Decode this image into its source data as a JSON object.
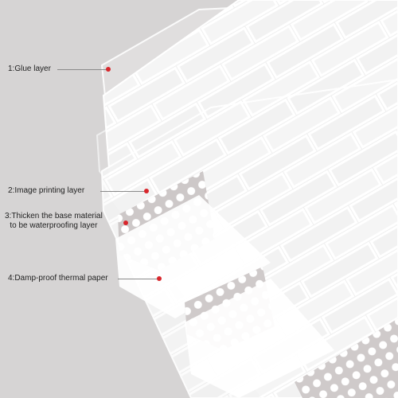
{
  "colors": {
    "background": "#d6d4d4",
    "tile": "#f4f4f4",
    "grout": "#ffffff",
    "marker": "#d8262c",
    "leader_line": "#8a8a8a"
  },
  "callouts": [
    {
      "lines": [
        "1:Glue layer"
      ]
    },
    {
      "lines": [
        "2:Image printing layer"
      ]
    },
    {
      "lines": [
        "3:Thicken the base material",
        "to be waterproofing layer"
      ]
    },
    {
      "lines": [
        "4:Damp-proof thermal paper"
      ]
    }
  ]
}
